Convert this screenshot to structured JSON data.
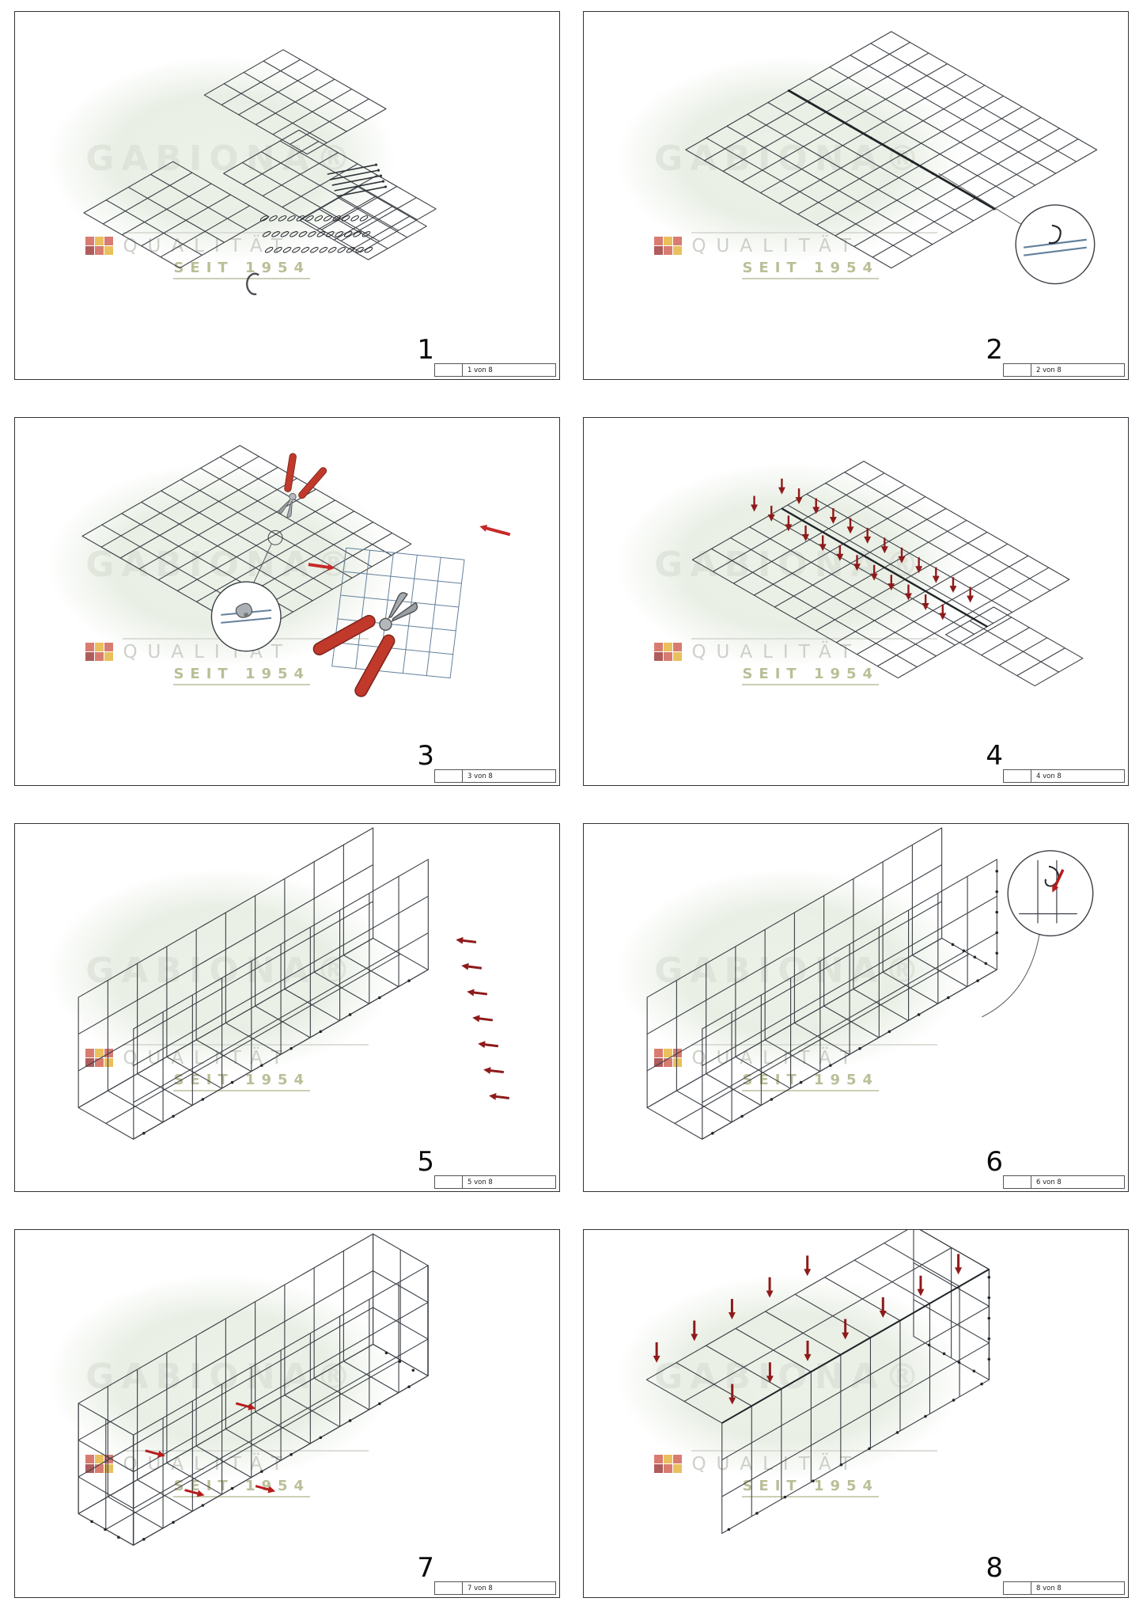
{
  "watermark": {
    "brand": "GABIONA®",
    "quality": "QUALITÄT",
    "since": "SEIT 1954"
  },
  "panels": [
    {
      "step": "1",
      "page": "1 von 8"
    },
    {
      "step": "2",
      "page": "2 von 8"
    },
    {
      "step": "3",
      "page": "3 von 8"
    },
    {
      "step": "4",
      "page": "4 von 8"
    },
    {
      "step": "5",
      "page": "5 von 8"
    },
    {
      "step": "6",
      "page": "6 von 8"
    },
    {
      "step": "7",
      "page": "7 von 8"
    },
    {
      "step": "8",
      "page": "8 von 8"
    }
  ]
}
